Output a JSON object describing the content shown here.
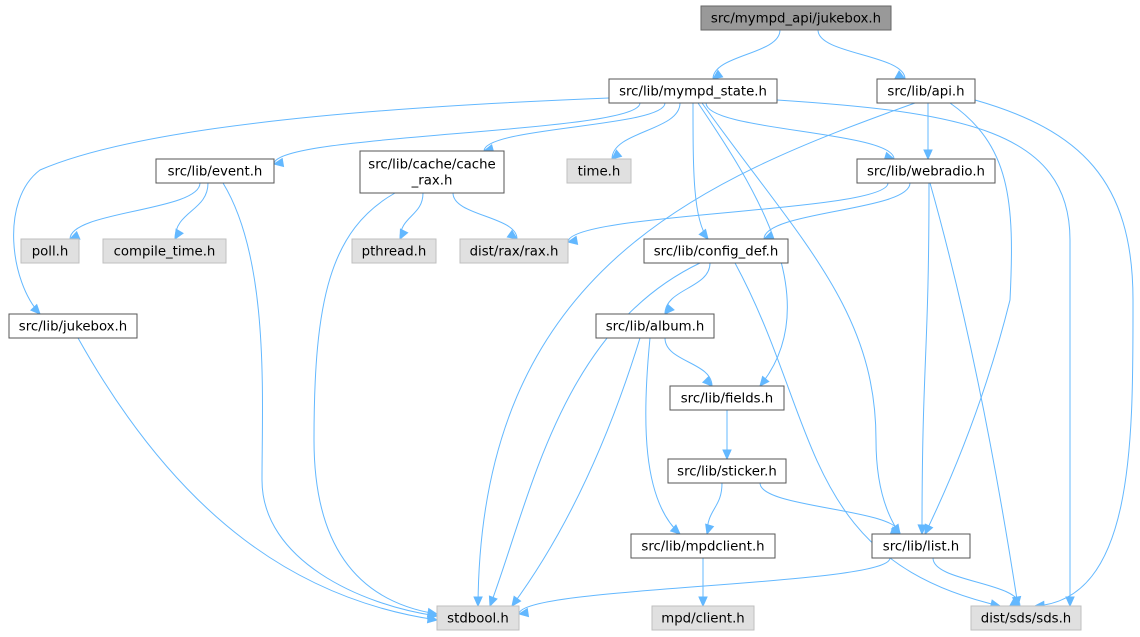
{
  "graph": {
    "nodes": [
      {
        "id": "root",
        "kind": "root",
        "label": "src/mympd_api/jukebox.h"
      },
      {
        "id": "state",
        "kind": "plain",
        "label": "src/lib/mympd_state.h"
      },
      {
        "id": "api",
        "kind": "plain",
        "label": "src/lib/api.h"
      },
      {
        "id": "event",
        "kind": "plain",
        "label": "src/lib/event.h"
      },
      {
        "id": "cache",
        "kind": "plain",
        "label": "src/lib/cache/cache\n_rax.h"
      },
      {
        "id": "time",
        "kind": "ext",
        "label": "time.h"
      },
      {
        "id": "webradio",
        "kind": "plain",
        "label": "src/lib/webradio.h"
      },
      {
        "id": "poll",
        "kind": "ext",
        "label": "poll.h"
      },
      {
        "id": "compile",
        "kind": "ext",
        "label": "compile_time.h"
      },
      {
        "id": "pthread",
        "kind": "ext",
        "label": "pthread.h"
      },
      {
        "id": "rax",
        "kind": "ext",
        "label": "dist/rax/rax.h"
      },
      {
        "id": "configdef",
        "kind": "plain",
        "label": "src/lib/config_def.h"
      },
      {
        "id": "ljukebox",
        "kind": "plain",
        "label": "src/lib/jukebox.h"
      },
      {
        "id": "album",
        "kind": "plain",
        "label": "src/lib/album.h"
      },
      {
        "id": "fields",
        "kind": "plain",
        "label": "src/lib/fields.h"
      },
      {
        "id": "sticker",
        "kind": "plain",
        "label": "src/lib/sticker.h"
      },
      {
        "id": "mpdclient",
        "kind": "plain",
        "label": "src/lib/mpdclient.h"
      },
      {
        "id": "list",
        "kind": "plain",
        "label": "src/lib/list.h"
      },
      {
        "id": "stdbool",
        "kind": "ext",
        "label": "stdbool.h"
      },
      {
        "id": "mpdc",
        "kind": "ext",
        "label": "mpd/client.h"
      },
      {
        "id": "sds",
        "kind": "ext",
        "label": "dist/sds/sds.h"
      }
    ],
    "edges": [
      [
        "root",
        "state"
      ],
      [
        "root",
        "api"
      ],
      [
        "state",
        "ljukebox"
      ],
      [
        "state",
        "event"
      ],
      [
        "state",
        "cache"
      ],
      [
        "state",
        "time"
      ],
      [
        "state",
        "webradio"
      ],
      [
        "state",
        "configdef"
      ],
      [
        "state",
        "fields"
      ],
      [
        "state",
        "list"
      ],
      [
        "state",
        "sds"
      ],
      [
        "api",
        "webradio"
      ],
      [
        "api",
        "stdbool"
      ],
      [
        "api",
        "list"
      ],
      [
        "api",
        "sds"
      ],
      [
        "event",
        "poll"
      ],
      [
        "event",
        "compile"
      ],
      [
        "event",
        "stdbool"
      ],
      [
        "cache",
        "pthread"
      ],
      [
        "cache",
        "rax"
      ],
      [
        "cache",
        "stdbool"
      ],
      [
        "webradio",
        "rax"
      ],
      [
        "webradio",
        "configdef"
      ],
      [
        "webradio",
        "list"
      ],
      [
        "webradio",
        "sds"
      ],
      [
        "configdef",
        "album"
      ],
      [
        "configdef",
        "stdbool"
      ],
      [
        "configdef",
        "sds"
      ],
      [
        "ljukebox",
        "stdbool"
      ],
      [
        "album",
        "fields"
      ],
      [
        "album",
        "mpdclient"
      ],
      [
        "album",
        "stdbool"
      ],
      [
        "fields",
        "sticker"
      ],
      [
        "sticker",
        "mpdclient"
      ],
      [
        "sticker",
        "list"
      ],
      [
        "mpdclient",
        "mpdc"
      ],
      [
        "list",
        "stdbool"
      ],
      [
        "list",
        "sds"
      ]
    ]
  },
  "colors": {
    "edge": "#63b8ff",
    "root_fill": "#999999",
    "ext_fill": "#e0e0e0",
    "plain_fill": "#ffffff"
  }
}
